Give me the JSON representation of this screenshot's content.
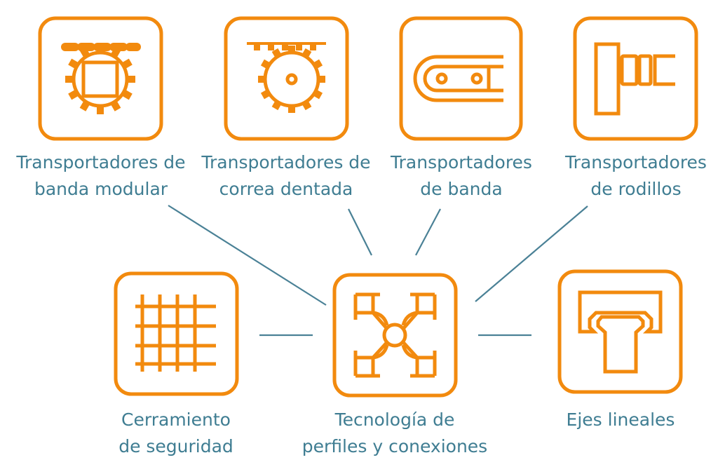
{
  "colors": {
    "accent": "#f28a0e",
    "text": "#3f7d92",
    "connector": "#4a8196"
  },
  "nodes": [
    {
      "id": "banda-modular",
      "icon": "modular-belt-gear-icon",
      "line1": "Transportadores de",
      "line2": "banda modular"
    },
    {
      "id": "correa-dentada",
      "icon": "toothed-belt-gear-icon",
      "line1": "Transportadores de",
      "line2": "correa dentada"
    },
    {
      "id": "banda",
      "icon": "belt-conveyor-icon",
      "line1": "Transportadores",
      "line2": "de banda"
    },
    {
      "id": "rodillos",
      "icon": "roller-icon",
      "line1": "Transportadores",
      "line2": "de rodillos"
    },
    {
      "id": "cerramiento",
      "icon": "grid-fence-icon",
      "line1": "Cerramiento",
      "line2": "de seguridad"
    },
    {
      "id": "tecnologia",
      "icon": "profile-cross-section-icon",
      "line1": "Tecnología de",
      "line2": "perfiles y conexiones"
    },
    {
      "id": "ejes",
      "icon": "linear-axis-icon",
      "line1": "Ejes lineales",
      "line2": ""
    }
  ]
}
